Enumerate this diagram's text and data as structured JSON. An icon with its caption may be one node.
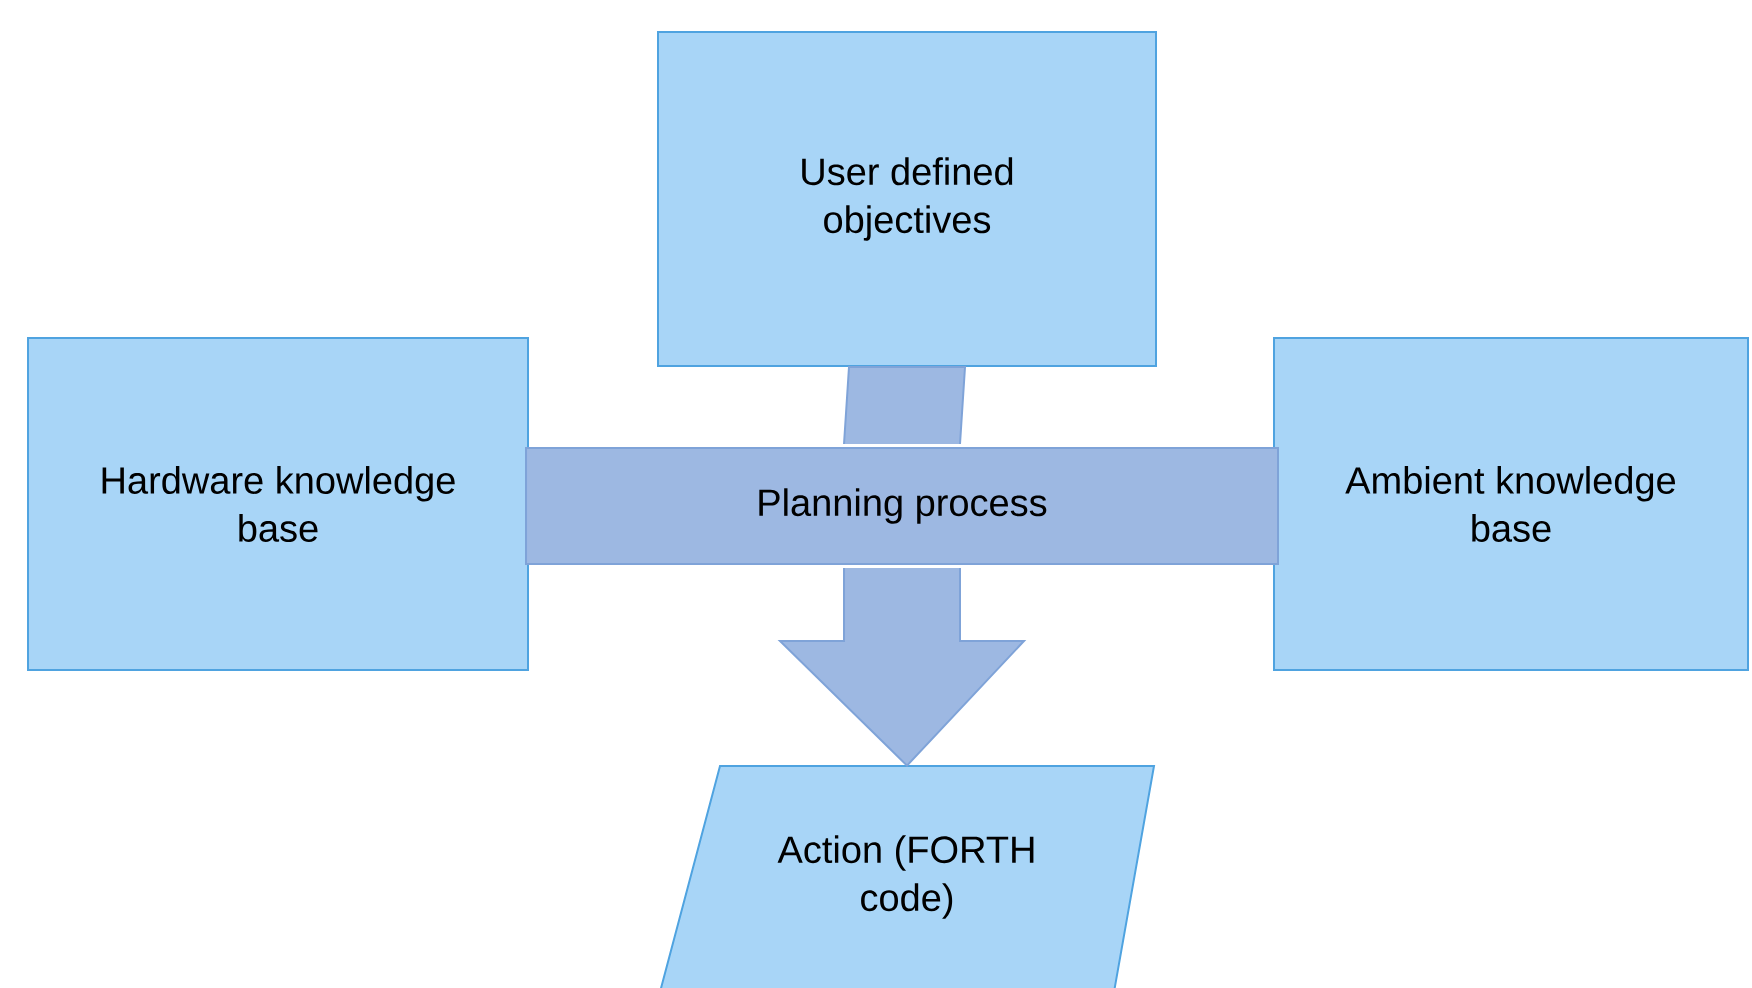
{
  "diagram": {
    "nodes": [
      {
        "text": [
          "User defined objectives"
        ]
      },
      {
        "text": [
          "Hardware knowledge base"
        ]
      },
      {
        "text": [
          "Ambient knowledge base"
        ]
      },
      {
        "text": [
          "Planning process"
        ]
      },
      {
        "text": [
          "Action (FORTH code)"
        ]
      }
    ],
    "edges": [
      {
        "from": 0,
        "to": 3,
        "arrow": "none"
      },
      {
        "from": 3,
        "to": 4,
        "arrow": "to"
      }
    ]
  }
}
